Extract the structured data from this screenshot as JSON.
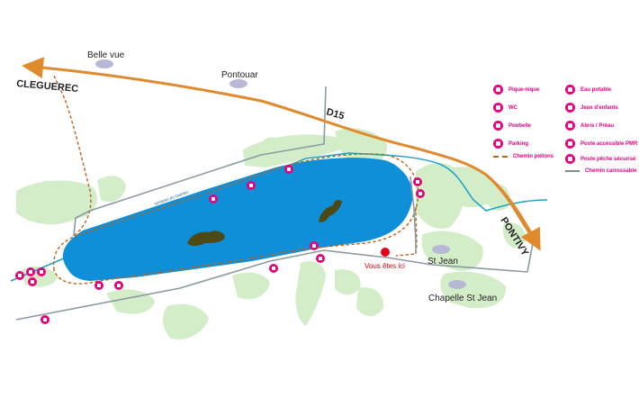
{
  "places": {
    "belle_vue": "Belle vue",
    "pontouar": "Pontouar",
    "st_jean": "St Jean",
    "chapelle_st_jean": "Chapelle St Jean",
    "vous_etes_ici": "Vous êtes ici"
  },
  "roads": {
    "d15": "D15",
    "cleguerec": "CLEGUEREC",
    "pontivy": "PONTIVY",
    "stream": "ruisseau du Guerlec"
  },
  "legend": {
    "pique_nique": "Pique-nique",
    "eau_potable": "Eau potable",
    "wc": "WC",
    "jeux_enfants": "Jeux d'enfants",
    "poubelle": "Poubelle",
    "abris_preau": "Abris / Préau",
    "parking": "Parking",
    "poste_pmr": "Poste accessible PMR",
    "poste_peche": "Poste pêche sécurisé",
    "chemin_pietons": "Chemin piétons",
    "chemin_carrossable": "Chemin carrossable"
  },
  "colors": {
    "lake": "#0f8fd8",
    "vegetation": "#d3edc9",
    "road_orange": "#e08a2e",
    "road_grey": "#8a9aa0",
    "path_brown": "#b5651d",
    "stream": "#1ba3c6",
    "pictogram": "#e6007e",
    "you_are_here": "#e2001a",
    "village": "#b7b7d6"
  },
  "icons": {
    "pictogram": "magenta-circle-icon",
    "village": "village-ellipse-icon",
    "you_are_here": "location-dot-icon"
  }
}
